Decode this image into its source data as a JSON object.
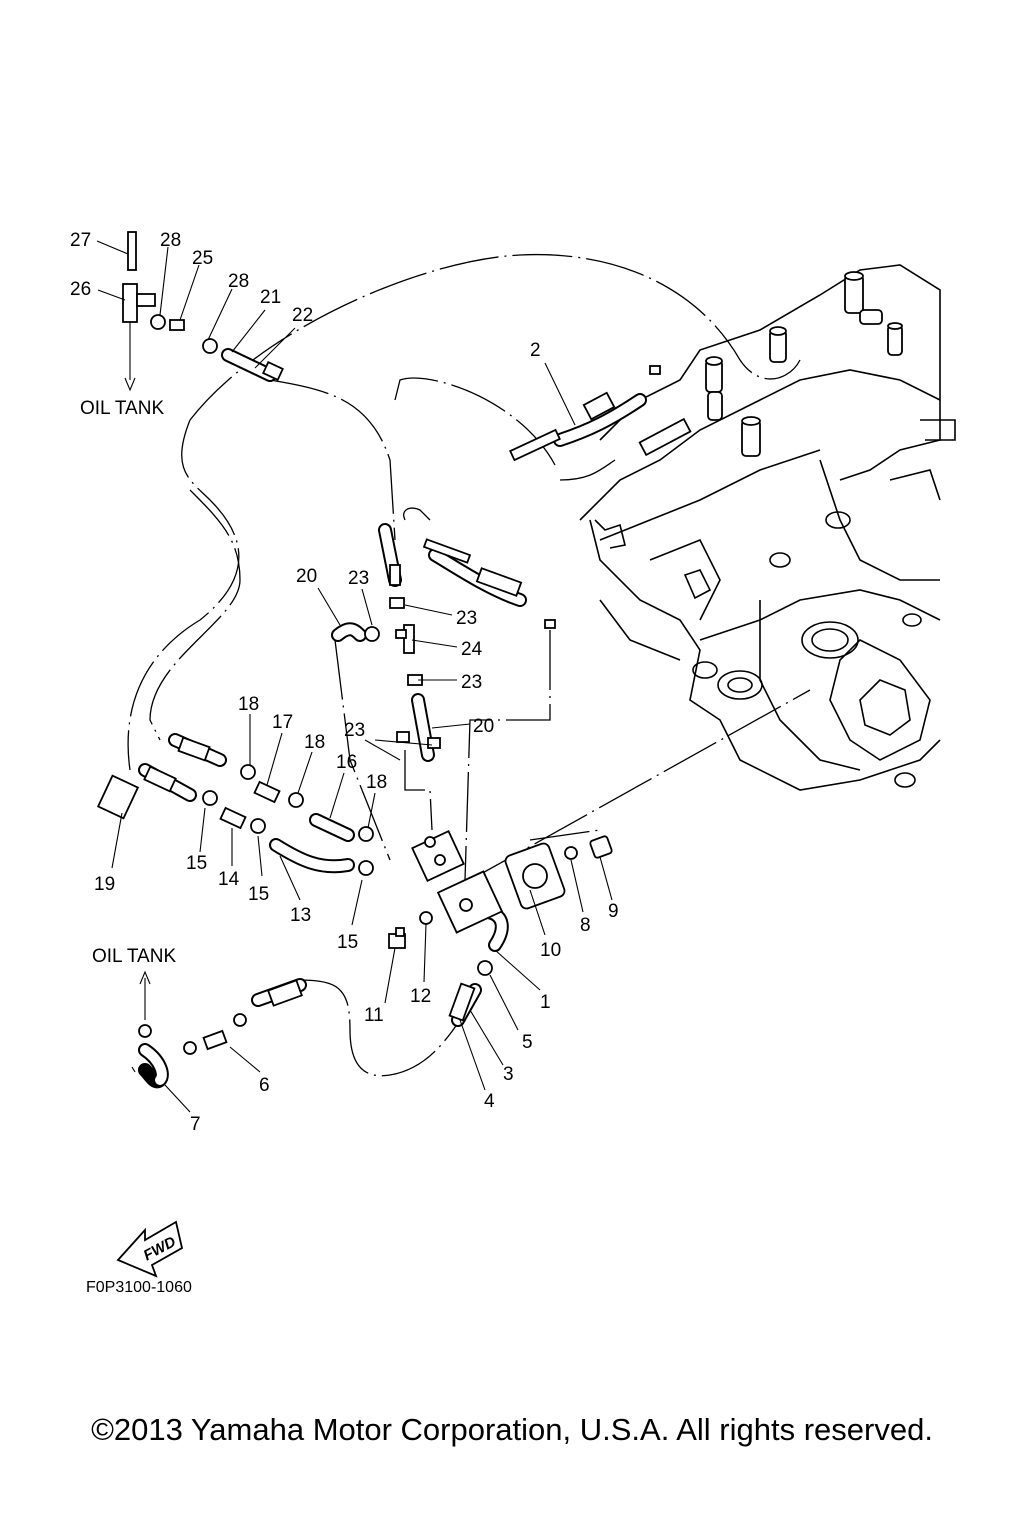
{
  "labels": {
    "p1": "1",
    "p2": "2",
    "p3": "3",
    "p4": "4",
    "p5": "5",
    "p6": "6",
    "p7": "7",
    "p8": "8",
    "p9": "9",
    "p10": "10",
    "p11": "11",
    "p12": "12",
    "p13": "13",
    "p14": "14",
    "p15": "15",
    "p16": "16",
    "p17": "17",
    "p18": "18",
    "p19": "19",
    "p20": "20",
    "p21": "21",
    "p22": "22",
    "p23": "23",
    "p24": "24",
    "p25": "25",
    "p26": "26",
    "p27": "27",
    "p28": "28"
  },
  "notes": {
    "oil_tank_top": "OIL TANK",
    "oil_tank_bottom": "OIL TANK",
    "fwd": "FWD"
  },
  "figure_code": "F0P3100-1060",
  "copyright": "©2013 Yamaha Motor Corporation, U.S.A. All rights reserved."
}
